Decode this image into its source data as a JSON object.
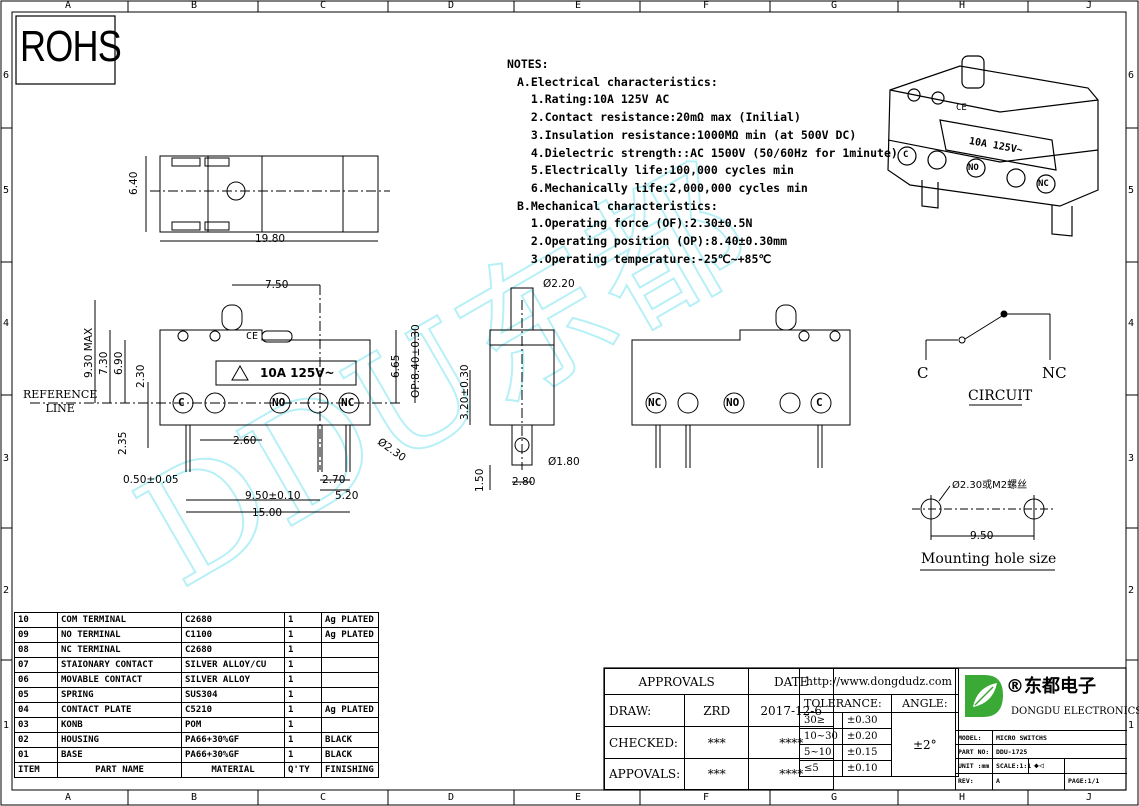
{
  "border": {
    "cols": [
      "A",
      "B",
      "C",
      "D",
      "E",
      "F",
      "G",
      "H",
      "J"
    ],
    "rows": [
      "6",
      "5",
      "4",
      "3",
      "2",
      "1"
    ]
  },
  "rohs": "ROHS",
  "watermark": "DDU东都",
  "notes": {
    "title": "NOTES:",
    "lines": [
      "A.Electrical characteristics:",
      "  1.Rating:10A 125V AC",
      "  2.Contact resistance:20mΩ max (Inilial)",
      "  3.Insulation resistance:1000MΩ min (at 500V DC)",
      "  4.Dielectric strength::AC 1500V (50/60Hz for 1minute)",
      "  5.Electrically life:100,000 cycles min",
      "  6.Mechanically life:2,000,000 cycles min",
      "B.Mechanical characteristics:",
      "  1.Operating force (OF):2.30±0.5N",
      "  2.Operating position (OP):8.40±0.30mm",
      "  3.Operating temperature:-25℃~+85℃"
    ]
  },
  "top_view": {
    "dim_height": "6.40",
    "dim_length": "19.80"
  },
  "front_view": {
    "dim_750": "7.50",
    "dim_930": "9.30 MAX",
    "dim_730": "7.30",
    "dim_690": "6.90",
    "dim_230": "2.30",
    "dim_665": "6.65",
    "dim_op": "OP:8.40±0.30",
    "dim_235": "2.35",
    "dim_260": "2.60",
    "dim_hole": "Ø2.30",
    "dim_050": "0.50±0.05",
    "dim_270": "2.70",
    "dim_950": "9.50±0.10",
    "dim_520": "5.20",
    "dim_1500": "15.00",
    "reference_line": [
      "REFERENCE",
      "LINE"
    ],
    "terminal_labels": [
      "C",
      "NO",
      "NC"
    ],
    "ce": "CE",
    "rating_label": "10A 125V~"
  },
  "side_view": {
    "dim_220": "Ø2.20",
    "dim_320": "3.20±0.30",
    "dim_150": "1.50",
    "dim_180": "Ø1.80",
    "dim_280": "2.80"
  },
  "back_view": {
    "terminal_labels": [
      "NC",
      "NO",
      "C"
    ]
  },
  "circuit": {
    "label": "CIRCUIT",
    "c": "C",
    "nc": "NC"
  },
  "mounting": {
    "title": "Mounting hole size",
    "hole": "Ø2.30或M2螺丝",
    "spacing": "9.50"
  },
  "iso_view": {
    "rating_label": "10A 125V~",
    "ce": "CE",
    "terminals": [
      "C",
      "NO",
      "NC"
    ]
  },
  "bom": {
    "headers": [
      "ITEM",
      "PART NAME",
      "MATERIAL",
      "Q'TY",
      "FINISHING"
    ],
    "rows": [
      [
        "10",
        "COM TERMINAL",
        "C2680",
        "1",
        "Ag PLATED"
      ],
      [
        "09",
        "NO TERMINAL",
        "C1100",
        "1",
        "Ag PLATED"
      ],
      [
        "08",
        "NC TERMINAL",
        "C2680",
        "1",
        ""
      ],
      [
        "07",
        "STAIONARY CONTACT",
        "SILVER ALLOY/CU",
        "1",
        ""
      ],
      [
        "06",
        "MOVABLE CONTACT",
        "SILVER ALLOY",
        "1",
        ""
      ],
      [
        "05",
        "SPRING",
        "SUS304",
        "1",
        ""
      ],
      [
        "04",
        "CONTACT PLATE",
        "C5210",
        "1",
        "Ag PLATED"
      ],
      [
        "03",
        "KONB",
        "POM",
        "1",
        ""
      ],
      [
        "02",
        "HOUSING",
        "PA66+30%GF",
        "1",
        "BLACK"
      ],
      [
        "01",
        "BASE",
        "PA66+30%GF",
        "1",
        "BLACK"
      ]
    ]
  },
  "title_block": {
    "approvals": "APPROVALS",
    "date": "DATE",
    "website": "http://www.dongdudz.com",
    "draw": "DRAW:",
    "draw_name": "ZRD",
    "draw_date": "2017-12-6",
    "checked": "CHECKED:",
    "checked_name": "***",
    "checked_date": "****",
    "appovals": "APPOVALS:",
    "appovals_name": "***",
    "appovals_date": "****",
    "tolerance": "TOLERANCE:",
    "angle": "ANGLE:",
    "angle_value": "±2°",
    "tolerance_rows": [
      [
        "30≥",
        "±0.30"
      ],
      [
        "10~30",
        "±0.20"
      ],
      [
        "5~10",
        "±0.15"
      ],
      [
        "≤5",
        "±0.10"
      ]
    ],
    "company_cn": "®东都电子",
    "company_en": "DONGDU ELECTRONICS",
    "model_label": "MODEL:",
    "model_value": "MICRO SWITCHS",
    "part_label": "PART NO:",
    "part_value": "DDU-1725",
    "unit_label": "UNIT :mm",
    "scale_label": "SCALE:1:1",
    "rev_label": "REV:",
    "rev_value": "A",
    "page_label": "PAGE:1/1"
  }
}
